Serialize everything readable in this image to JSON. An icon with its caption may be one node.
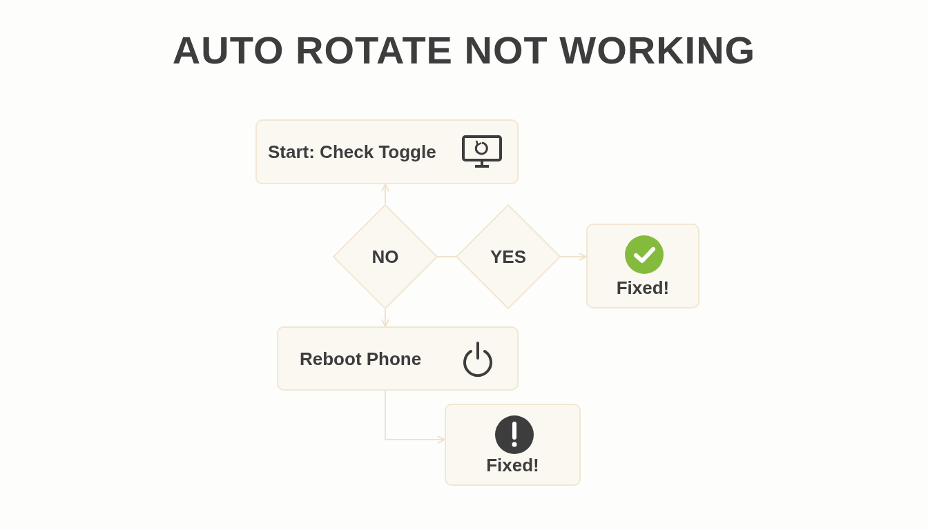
{
  "diagram": {
    "title": "AUTO ROTATE NOT WORKING",
    "nodes": [
      {
        "text": [
          "Start: Check Toggle"
        ]
      },
      {
        "text": [
          "NO"
        ]
      },
      {
        "text": [
          "YES"
        ]
      },
      {
        "text": [
          "Fixed!"
        ]
      },
      {
        "text": [
          "Reboot Phone"
        ]
      },
      {
        "text": [
          "Fixed!"
        ]
      }
    ],
    "edges": [
      {
        "from": 1,
        "to": 0,
        "arrow": "to"
      },
      {
        "from": 1,
        "to": 2,
        "arrow": "none"
      },
      {
        "from": 2,
        "to": 3,
        "arrow": "to"
      },
      {
        "from": 1,
        "to": 4,
        "arrow": "to"
      },
      {
        "from": 4,
        "to": 5,
        "arrow": "to"
      }
    ]
  }
}
